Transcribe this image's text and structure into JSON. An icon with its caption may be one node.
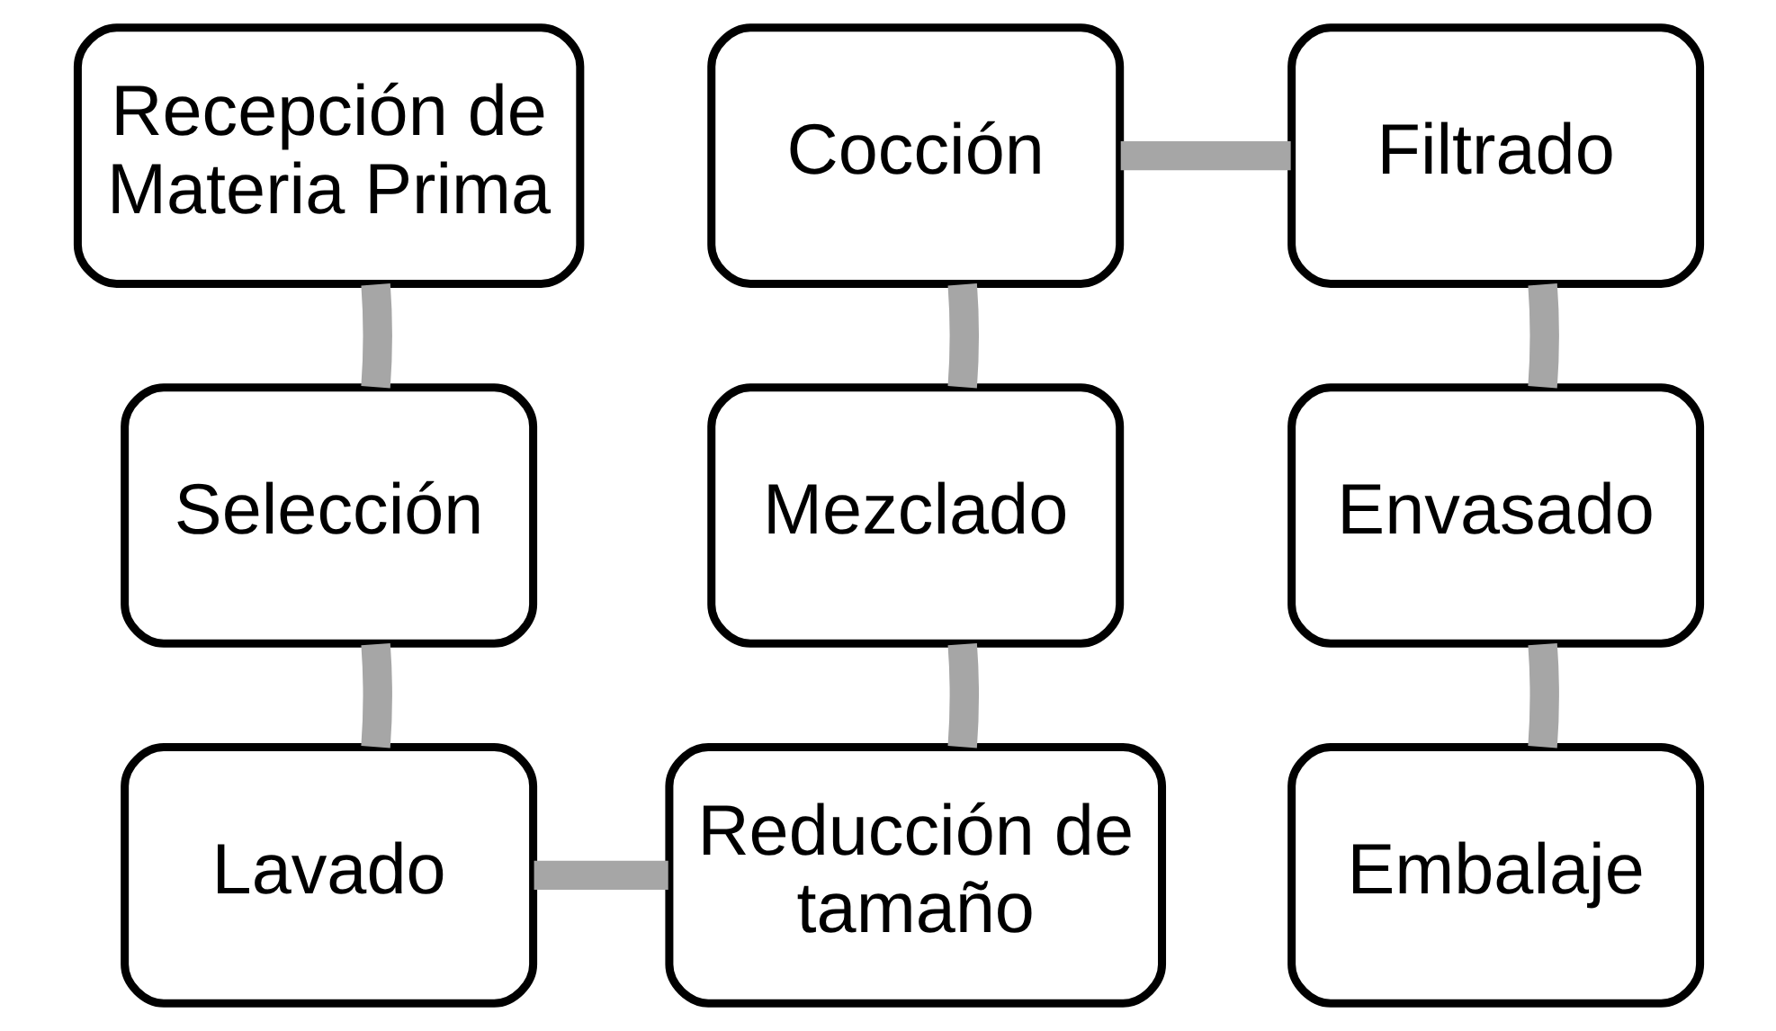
{
  "diagram": {
    "nodes": [
      {
        "text": [
          "Recepción de Materia Prima"
        ]
      },
      {
        "text": [
          "Selección"
        ]
      },
      {
        "text": [
          "Lavado"
        ]
      },
      {
        "text": [
          "Reducción de tamaño"
        ]
      },
      {
        "text": [
          "Mezclado"
        ]
      },
      {
        "text": [
          "Cocción"
        ]
      },
      {
        "text": [
          "Filtrado"
        ]
      },
      {
        "text": [
          "Envasado"
        ]
      },
      {
        "text": [
          "Embalaje"
        ]
      }
    ],
    "edges": [
      {
        "from": 0,
        "to": 1,
        "arrow": "none"
      },
      {
        "from": 1,
        "to": 2,
        "arrow": "none"
      },
      {
        "from": 2,
        "to": 3,
        "arrow": "none"
      },
      {
        "from": 3,
        "to": 4,
        "arrow": "none"
      },
      {
        "from": 4,
        "to": 5,
        "arrow": "none"
      },
      {
        "from": 5,
        "to": 6,
        "arrow": "none"
      },
      {
        "from": 6,
        "to": 7,
        "arrow": "none"
      },
      {
        "from": 7,
        "to": 8,
        "arrow": "none"
      }
    ]
  }
}
